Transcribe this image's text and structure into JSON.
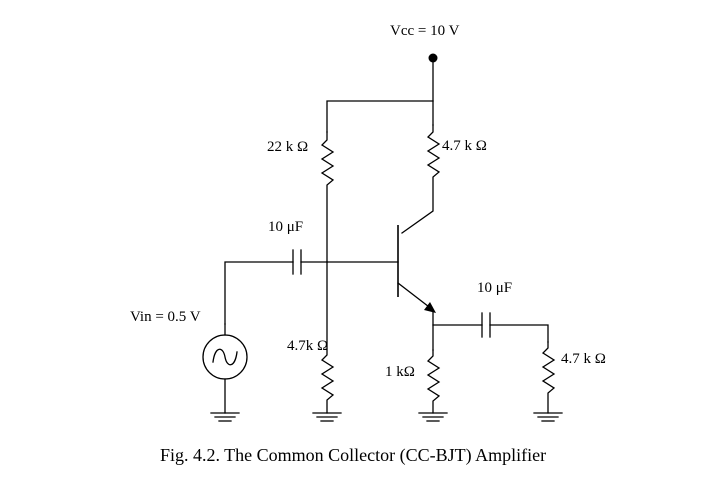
{
  "supply": {
    "label": "Vcc = 10 V"
  },
  "components": {
    "r_bias_top": {
      "label": "22 k Ω"
    },
    "r_collector": {
      "label": "4.7 k Ω"
    },
    "c_input": {
      "label": "10 μF"
    },
    "c_output": {
      "label": "10 μF"
    },
    "r_bias_bottom": {
      "label": "4.7k Ω"
    },
    "r_emitter": {
      "label": "1 kΩ"
    },
    "r_load": {
      "label": "4.7 k Ω"
    }
  },
  "source": {
    "label": "Vin = 0.5 V"
  },
  "caption": "Fig. 4.2. The Common Collector (CC-BJT) Amplifier"
}
